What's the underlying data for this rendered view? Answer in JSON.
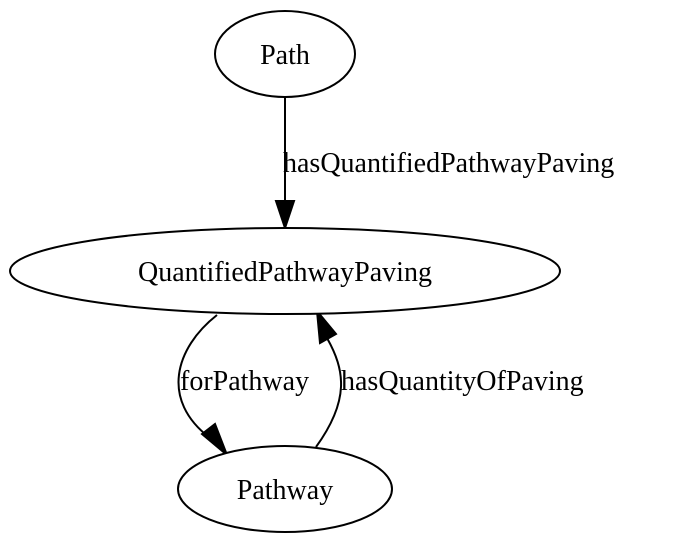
{
  "nodes": {
    "path": {
      "label": "Path"
    },
    "quantified_pathway_paving": {
      "label": "QuantifiedPathwayPaving"
    },
    "pathway": {
      "label": "Pathway"
    }
  },
  "edges": {
    "has_quantified_pathway_paving": {
      "label": "hasQuantifiedPathwayPaving",
      "from": "Path",
      "to": "QuantifiedPathwayPaving"
    },
    "for_pathway": {
      "label": "forPathway",
      "from": "QuantifiedPathwayPaving",
      "to": "Pathway"
    },
    "has_quantity_of_paving": {
      "label": "hasQuantityOfPaving",
      "from": "Pathway",
      "to": "QuantifiedPathwayPaving"
    }
  },
  "colors": {
    "stroke": "#000000",
    "background": "#ffffff"
  }
}
